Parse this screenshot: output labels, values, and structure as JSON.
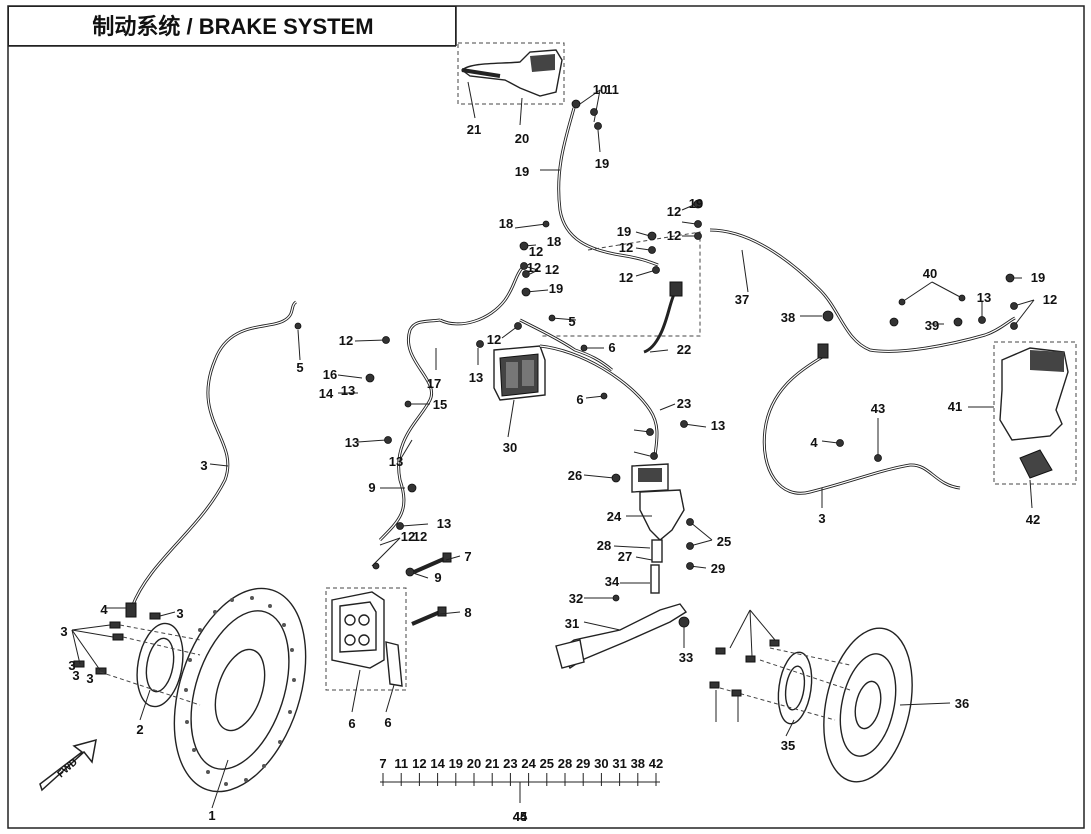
{
  "title": "制动系统 / BRAKE SYSTEM",
  "fwd_mark": "FWD",
  "callouts": [
    "1",
    "2",
    "3",
    "3",
    "3",
    "3",
    "3",
    "3",
    "3",
    "4",
    "4",
    "5",
    "5",
    "6",
    "6",
    "6",
    "6",
    "7",
    "8",
    "9",
    "9",
    "10",
    "11",
    "12",
    "12",
    "12",
    "12",
    "12",
    "12",
    "12",
    "12",
    "12",
    "12",
    "12",
    "12",
    "13",
    "13",
    "13",
    "13",
    "13",
    "13",
    "13",
    "14",
    "15",
    "16",
    "17",
    "18",
    "18",
    "19",
    "19",
    "19",
    "19",
    "19",
    "19",
    "20",
    "21",
    "22",
    "23",
    "24",
    "25",
    "26",
    "27",
    "28",
    "29",
    "30",
    "31",
    "32",
    "33",
    "34",
    "35",
    "36",
    "37",
    "38",
    "39",
    "40",
    "41",
    "42",
    "43",
    "44",
    "45"
  ],
  "kit_numbers": [
    "7",
    "11",
    "12",
    "14",
    "19",
    "20",
    "21",
    "23",
    "24",
    "25",
    "28",
    "29",
    "30",
    "31",
    "38",
    "42"
  ],
  "kit_label": "45",
  "colors": {
    "line": "#222222",
    "background": "#ffffff"
  }
}
